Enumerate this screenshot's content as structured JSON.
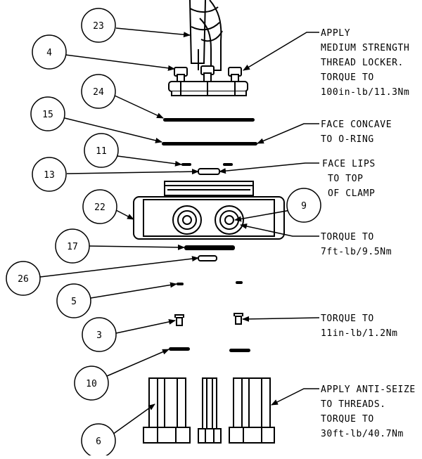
{
  "balloons": [
    {
      "id": "balloon-23",
      "label": "23"
    },
    {
      "id": "balloon-4",
      "label": "4"
    },
    {
      "id": "balloon-24",
      "label": "24"
    },
    {
      "id": "balloon-15",
      "label": "15"
    },
    {
      "id": "balloon-11",
      "label": "11"
    },
    {
      "id": "balloon-13",
      "label": "13"
    },
    {
      "id": "balloon-22",
      "label": "22"
    },
    {
      "id": "balloon-9",
      "label": "9"
    },
    {
      "id": "balloon-17",
      "label": "17"
    },
    {
      "id": "balloon-26",
      "label": "26"
    },
    {
      "id": "balloon-5",
      "label": "5"
    },
    {
      "id": "balloon-3",
      "label": "3"
    },
    {
      "id": "balloon-10",
      "label": "10"
    },
    {
      "id": "balloon-6",
      "label": "6"
    }
  ],
  "notes": [
    {
      "id": "note-thread-locker",
      "lines": [
        "APPLY",
        "MEDIUM STRENGTH",
        "THREAD LOCKER.",
        "TORQUE TO",
        "100in-lb/11.3Nm"
      ]
    },
    {
      "id": "note-face-concave",
      "lines": [
        "FACE CONCAVE",
        "TO O-RING"
      ]
    },
    {
      "id": "note-face-lips",
      "lines": [
        "FACE LIPS",
        "TO TOP",
        "OF CLAMP"
      ]
    },
    {
      "id": "note-torque-fittings",
      "lines": [
        "TORQUE TO",
        "7ft-lb/9.5Nm"
      ]
    },
    {
      "id": "note-torque-screws",
      "lines": [
        "TORQUE TO",
        "11in-lb/1.2Nm"
      ]
    },
    {
      "id": "note-anti-seize",
      "lines": [
        "APPLY ANTI-SEIZE",
        "TO THREADS.",
        "TORQUE TO",
        "30ft-lb/40.7Nm"
      ]
    }
  ]
}
